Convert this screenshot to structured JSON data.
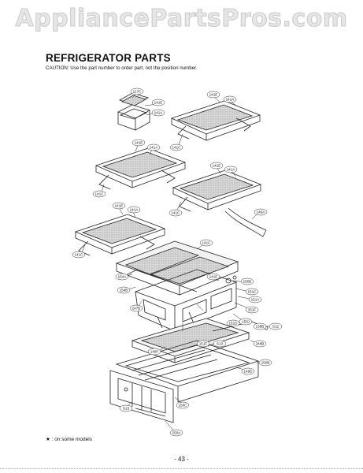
{
  "watermark": "AppliancePartsPros.com",
  "header": {
    "title": "REFRIGERATOR PARTS",
    "caution": "CAUTION: Use the part number to order part, not the position number."
  },
  "callouts": {
    "c117C": "117C",
    "c141E": "141E",
    "c141A": "141A",
    "c141C": "141C",
    "c140A": "140A",
    "c154A": "154A",
    "c154B": "154B",
    "c247B": "247B",
    "c150B": "150B",
    "c151C": "151C",
    "c151A": "151A",
    "c151F": "151F",
    "c151D": "151D",
    "c153J": "153J",
    "c138B": "138B",
    "c512": "S12",
    "c246B": "246B",
    "c149F": "149F",
    "c150B2": "150B",
    "c149D": "149D",
    "c513": "S13",
    "c150C": "150C",
    "c150A": "150A",
    "c151B": "151B"
  },
  "footnote": "★ : on some models",
  "page_number": "- 43 -"
}
